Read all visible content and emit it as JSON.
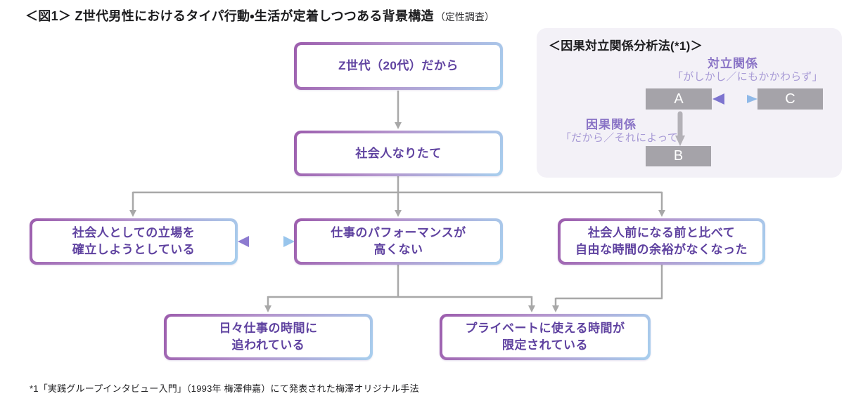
{
  "title": {
    "main": "＜図1＞ Z世代男性におけるタイパ行動・生活が定着しつつある背景構造",
    "sub": "（定性調査）"
  },
  "flow": {
    "z_generation": "Z世代（20代）だから",
    "new_worker": "社会人なりたて",
    "establish_position": "社会人としての立場を\n確立しようとしている",
    "performance": "仕事のパフォーマンスが\n高くない",
    "less_free_time": "社会人前になる前と比べて\n自由な時間の余裕がなくなった",
    "chased_by_work": "日々仕事の時間に\n追われている",
    "limited_private_time": "プライベートに使える時間が\n限定されている"
  },
  "legend": {
    "title": "＜因果対立関係分析法(*1)＞",
    "opposition": {
      "label": "対立関係",
      "quote": "「がしかし／にもかかわらず」"
    },
    "causal": {
      "label": "因果関係",
      "quote": "「だから／それによって」"
    },
    "nodes": {
      "a": "A",
      "b": "B",
      "c": "C"
    }
  },
  "footnote": "*1「実践グループインタビュー入門」（1993年 梅澤伸嘉）にて発表された梅澤オリジナル手法",
  "colors": {
    "box_text": "#5f42a0",
    "border_purple": "#9c5dad",
    "border_blue": "#a7cfee",
    "connector_gray": "#a8a8a8",
    "legend_bg": "#f3f1f7",
    "legend_label_purple": "#8a74c6",
    "legend_quote_purple": "#a89bd6",
    "legend_node_gray": "#a5a3a9",
    "dual_arrow_purple": "#8d7bd0",
    "dual_arrow_blue": "#98c5ec"
  }
}
